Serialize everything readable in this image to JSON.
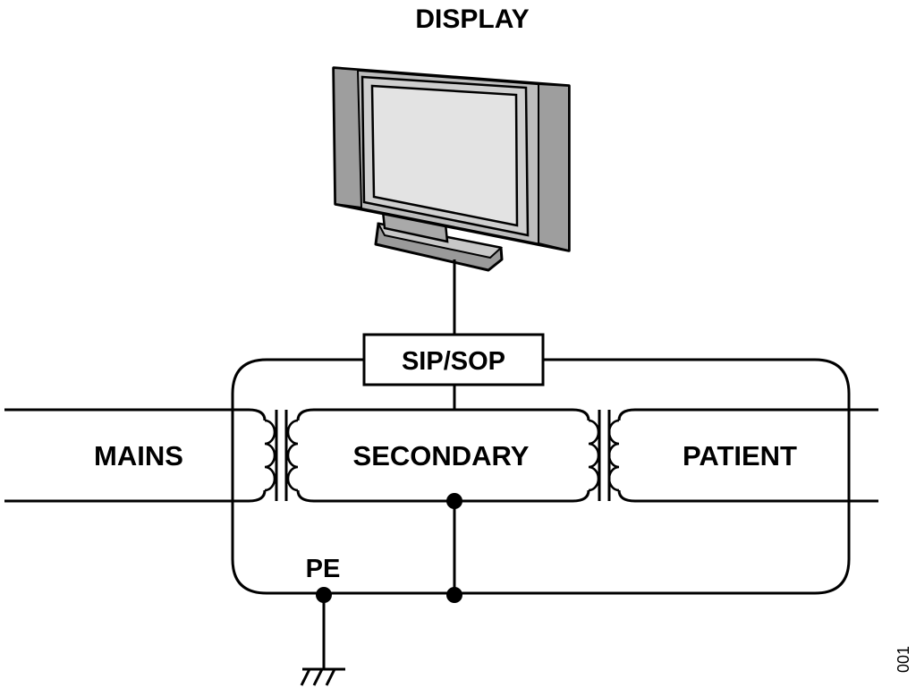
{
  "labels": {
    "display": "DISPLAY",
    "sip_sop": "SIP/SOP",
    "mains": "MAINS",
    "secondary": "SECONDARY",
    "patient": "PATIENT",
    "pe": "PE",
    "figure_id": "001"
  },
  "colors": {
    "line": "#000000",
    "monitor_body": "#b9b9b9",
    "monitor_screen": "#e3e3e3",
    "background": "#ffffff"
  },
  "icons": {
    "display": "flat-panel-monitor-icon",
    "ground": "ground-symbol-icon",
    "transformer": "transformer-symbol-icon"
  }
}
